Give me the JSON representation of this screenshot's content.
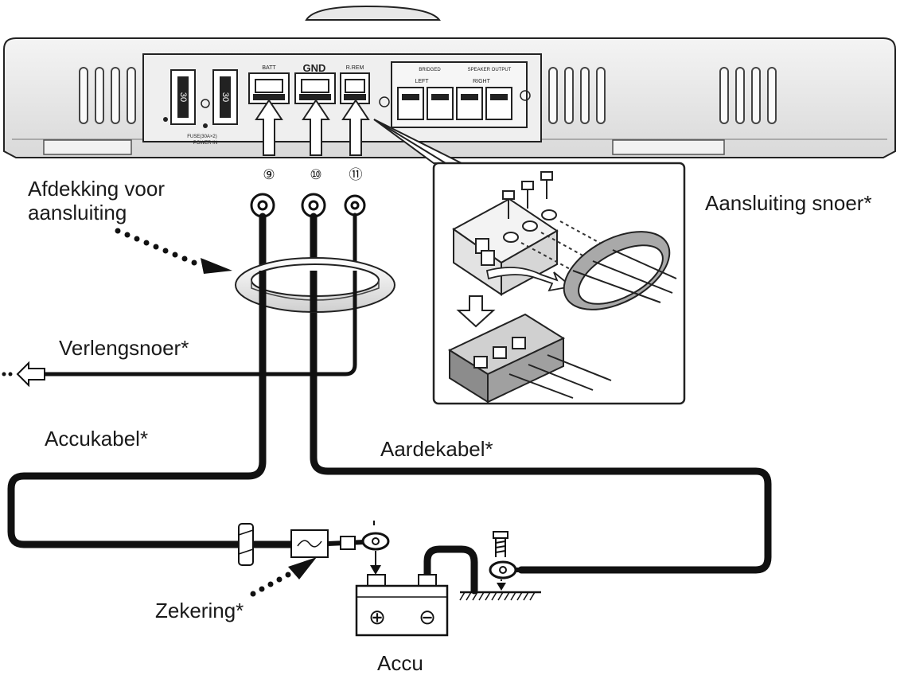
{
  "amplifier": {
    "terminal_labels": {
      "batt": "BATT",
      "gnd": "GND",
      "rem": "R.REM",
      "speaker_output": "SPEAKER OUTPUT",
      "bridged": "BRIDGED",
      "left": "LEFT",
      "right": "RIGHT",
      "fuse_a": "30",
      "fuse_b": "30",
      "fuse_caption": "FUSE(30A×2)",
      "power_caption": "POWER IN"
    },
    "callouts": [
      "⑨",
      "⑩",
      "⑪"
    ]
  },
  "labels": {
    "terminal_cover": [
      "Afdekking voor",
      "aansluiting"
    ],
    "connection_cord": "Aansluiting snoer*",
    "extension_cord": "Verlengsnoer*",
    "battery_cable": "Accukabel*",
    "ground_cable": "Aardekabel*",
    "fuse": "Zekering*",
    "battery": "Accu"
  },
  "battery_symbols": {
    "plus": "⊕",
    "minus": "⊖"
  }
}
